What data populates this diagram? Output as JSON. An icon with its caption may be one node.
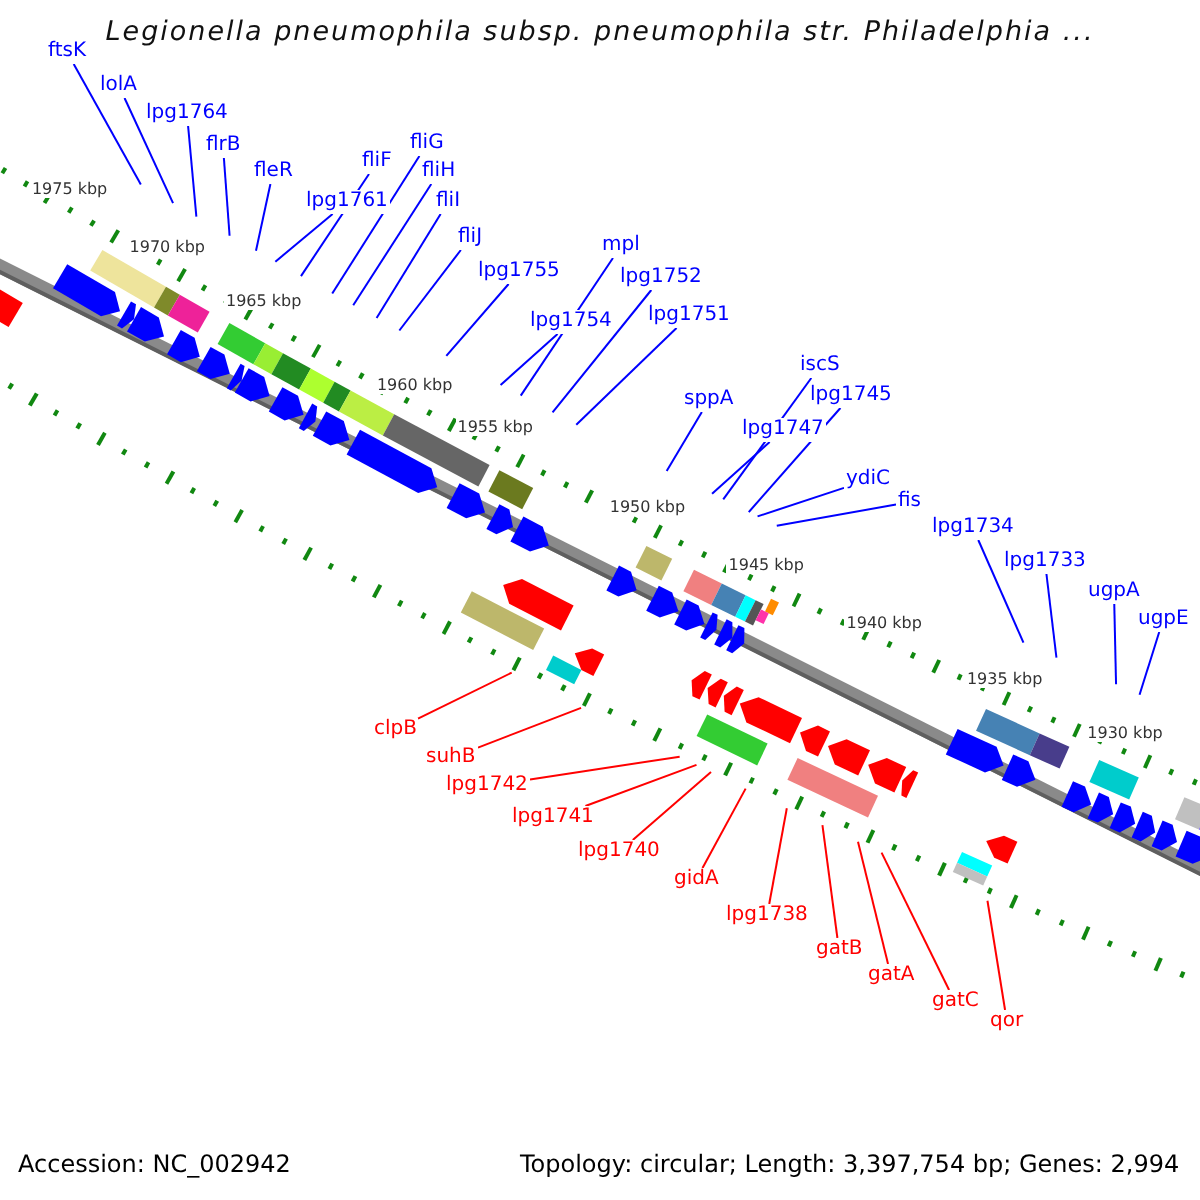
{
  "diagram": {
    "title": "Legionella pneumophila subsp. pneumophila str. Philadelphia ...",
    "nodes": [
      {
        "text": [
          "ftsK"
        ]
      },
      {
        "text": [
          "lolA"
        ]
      },
      {
        "text": [
          "lpg1764"
        ]
      },
      {
        "text": [
          "flrB"
        ]
      },
      {
        "text": [
          "fleR"
        ]
      },
      {
        "text": [
          "lpg1761"
        ]
      },
      {
        "text": [
          "fliF"
        ]
      },
      {
        "text": [
          "fliG"
        ]
      },
      {
        "text": [
          "fliH"
        ]
      },
      {
        "text": [
          "fliI"
        ]
      },
      {
        "text": [
          "fliJ"
        ]
      },
      {
        "text": [
          "lpg1755"
        ]
      },
      {
        "text": [
          "mpl"
        ]
      },
      {
        "text": [
          "lpg1754"
        ]
      },
      {
        "text": [
          "lpg1752"
        ]
      },
      {
        "text": [
          "lpg1751"
        ]
      },
      {
        "text": [
          "sppA"
        ]
      },
      {
        "text": [
          "iscS"
        ]
      },
      {
        "text": [
          "lpg1747"
        ]
      },
      {
        "text": [
          "lpg1745"
        ]
      },
      {
        "text": [
          "ydiC"
        ]
      },
      {
        "text": [
          "fis"
        ]
      },
      {
        "text": [
          "lpg1734"
        ]
      },
      {
        "text": [
          "lpg1733"
        ]
      },
      {
        "text": [
          "ugpA"
        ]
      },
      {
        "text": [
          "ugpE"
        ]
      },
      {
        "text": [
          "clpB"
        ]
      },
      {
        "text": [
          "suhB"
        ]
      },
      {
        "text": [
          "lpg1742"
        ]
      },
      {
        "text": [
          "lpg1741"
        ]
      },
      {
        "text": [
          "lpg1740"
        ]
      },
      {
        "text": [
          "gidA"
        ]
      },
      {
        "text": [
          "lpg1738"
        ]
      },
      {
        "text": [
          "gatB"
        ]
      },
      {
        "text": [
          "gatA"
        ]
      },
      {
        "text": [
          "gatC"
        ]
      },
      {
        "text": [
          "qor"
        ]
      }
    ],
    "edges": [
      {
        "from": 0,
        "to": null,
        "arrow": "none"
      },
      {
        "from": 1,
        "to": null,
        "arrow": "none"
      },
      {
        "from": 2,
        "to": null,
        "arrow": "none"
      },
      {
        "from": 3,
        "to": null,
        "arrow": "none"
      },
      {
        "from": 4,
        "to": null,
        "arrow": "none"
      },
      {
        "from": 5,
        "to": null,
        "arrow": "none"
      },
      {
        "from": 6,
        "to": null,
        "arrow": "none"
      },
      {
        "from": 7,
        "to": null,
        "arrow": "none"
      },
      {
        "from": 8,
        "to": null,
        "arrow": "none"
      },
      {
        "from": 9,
        "to": null,
        "arrow": "none"
      },
      {
        "from": 10,
        "to": null,
        "arrow": "none"
      },
      {
        "from": 11,
        "to": null,
        "arrow": "none"
      },
      {
        "from": 12,
        "to": null,
        "arrow": "none"
      },
      {
        "from": 13,
        "to": null,
        "arrow": "none"
      },
      {
        "from": 14,
        "to": null,
        "arrow": "none"
      },
      {
        "from": 15,
        "to": null,
        "arrow": "none"
      },
      {
        "from": 16,
        "to": null,
        "arrow": "none"
      },
      {
        "from": 17,
        "to": null,
        "arrow": "none"
      },
      {
        "from": 18,
        "to": null,
        "arrow": "none"
      },
      {
        "from": 19,
        "to": null,
        "arrow": "none"
      },
      {
        "from": 20,
        "to": null,
        "arrow": "none"
      },
      {
        "from": 21,
        "to": null,
        "arrow": "none"
      },
      {
        "from": 22,
        "to": null,
        "arrow": "none"
      },
      {
        "from": 23,
        "to": null,
        "arrow": "none"
      },
      {
        "from": 24,
        "to": null,
        "arrow": "none"
      },
      {
        "from": 25,
        "to": null,
        "arrow": "none"
      },
      {
        "from": 26,
        "to": null,
        "arrow": "none",
        "color": "#ff0000"
      },
      {
        "from": 27,
        "to": null,
        "arrow": "none",
        "color": "#ff0000"
      },
      {
        "from": 28,
        "to": null,
        "arrow": "none",
        "color": "#ff0000"
      },
      {
        "from": 29,
        "to": null,
        "arrow": "none",
        "color": "#ff0000"
      },
      {
        "from": 30,
        "to": null,
        "arrow": "none",
        "color": "#ff0000"
      },
      {
        "from": 31,
        "to": null,
        "arrow": "none",
        "color": "#ff0000"
      },
      {
        "from": 32,
        "to": null,
        "arrow": "none",
        "color": "#ff0000"
      },
      {
        "from": 33,
        "to": null,
        "arrow": "none",
        "color": "#ff0000"
      },
      {
        "from": 34,
        "to": null,
        "arrow": "none",
        "color": "#ff0000"
      },
      {
        "from": 35,
        "to": null,
        "arrow": "none",
        "color": "#ff0000"
      },
      {
        "from": 36,
        "to": null,
        "arrow": "none",
        "color": "#ff0000"
      }
    ],
    "labels": [
      "1975 kbp",
      "1970 kbp",
      "1965 kbp",
      "1960 kbp",
      "1955 kbp",
      "1950 kbp",
      "1945 kbp",
      "1940 kbp",
      "1935 kbp",
      "1930 kbp",
      "Accession: NC_002942",
      "Topology: circular; Length: 3,397,754 bp; Genes: 2,994"
    ]
  }
}
